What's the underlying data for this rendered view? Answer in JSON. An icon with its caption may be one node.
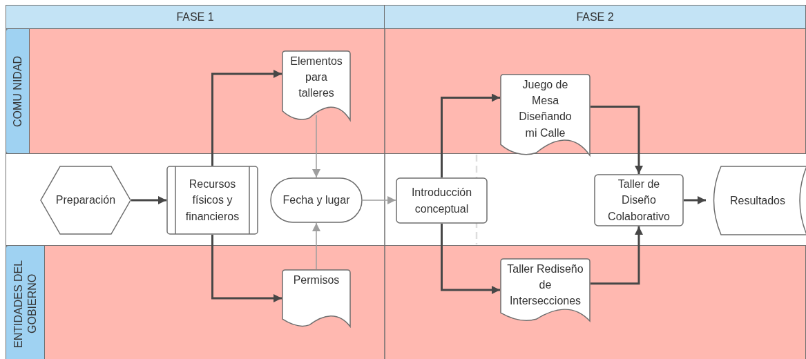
{
  "diagram": {
    "nodes": [
      {
        "text": [
          "FASE 1"
        ]
      },
      {
        "text": [
          "FASE 2"
        ]
      },
      {
        "text": [
          "COMU NIDAD"
        ]
      },
      {
        "text": [
          "ENTIDADES DEL GOBIERNO"
        ]
      },
      {
        "text": [
          "Elementos para talleres"
        ]
      },
      {
        "text": [
          "Juego de Mesa Diseñando mi Calle"
        ]
      },
      {
        "text": [
          "Preparación"
        ]
      },
      {
        "text": [
          "Recursos físicos y financieros"
        ]
      },
      {
        "text": [
          "Fecha y lugar"
        ]
      },
      {
        "text": [
          "Introducción conceptual"
        ]
      },
      {
        "text": [
          "Taller de Diseño Colaborativo"
        ]
      },
      {
        "text": [
          "Resultados"
        ]
      },
      {
        "text": [
          "Permisos"
        ]
      },
      {
        "text": [
          "Taller Rediseño de Intersecciones"
        ]
      }
    ],
    "edges": [
      {
        "from": 6,
        "to": 7,
        "arrow": "to"
      },
      {
        "from": 7,
        "to": 4,
        "arrow": "to"
      },
      {
        "from": 7,
        "to": 12,
        "arrow": "to"
      },
      {
        "from": 4,
        "to": 8,
        "arrow": "to",
        "color": "#9e9e9e"
      },
      {
        "from": 12,
        "to": 8,
        "arrow": "to",
        "color": "#9e9e9e"
      },
      {
        "from": 8,
        "to": 9,
        "arrow": "to",
        "color": "#9e9e9e"
      },
      {
        "from": 9,
        "to": 5,
        "arrow": "to"
      },
      {
        "from": 9,
        "to": 13,
        "arrow": "to"
      },
      {
        "from": 5,
        "to": 10,
        "arrow": "to"
      },
      {
        "from": 13,
        "to": 10,
        "arrow": "to"
      },
      {
        "from": 10,
        "to": 11,
        "arrow": "to"
      }
    ]
  }
}
